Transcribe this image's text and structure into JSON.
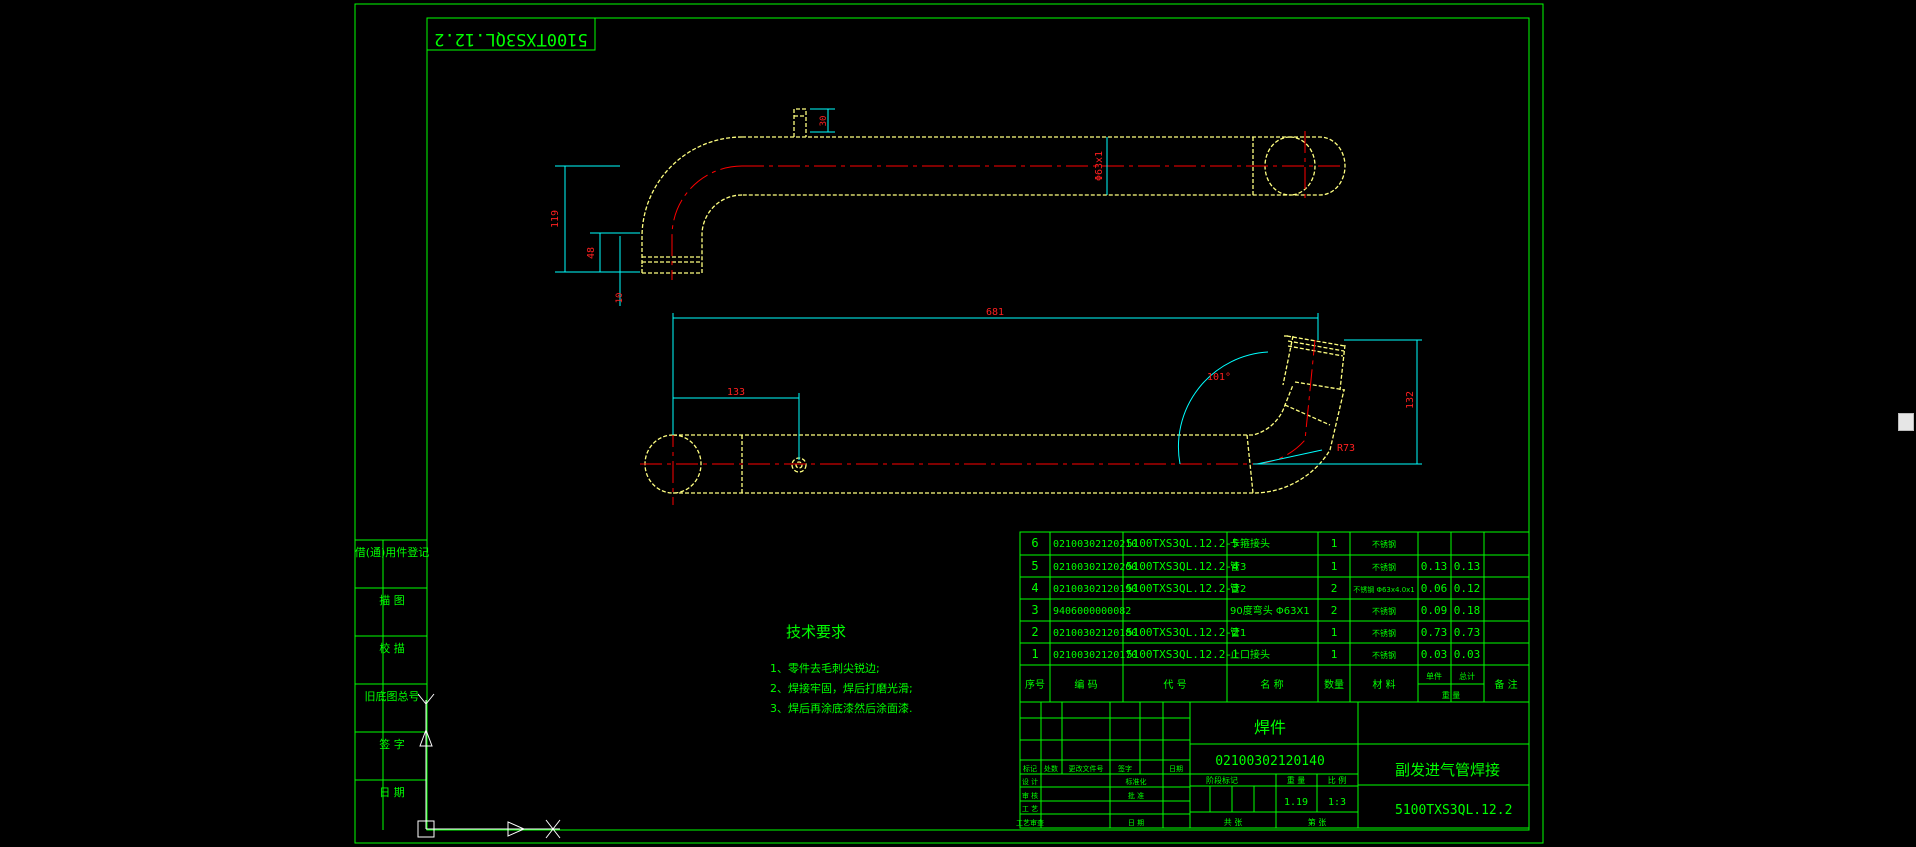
{
  "colors": {
    "frame": "#00ff00",
    "outline": "#ffff80",
    "dimension": "#00ffff",
    "dim_text": "#ff2020",
    "centerline": "#ff0000",
    "text": "#00ff00",
    "background": "#000000"
  },
  "drawing": {
    "code_box": "5100TXS3QL.12.2",
    "top_view": {
      "d_label": "Φ63x1",
      "h_small": "30",
      "h_119": "119",
      "h_48": "48",
      "h_10": "10"
    },
    "bottom_view": {
      "len_total": "681",
      "len_133": "133",
      "angle": "101°",
      "radius": "R73",
      "height": "132"
    }
  },
  "side_labels": [
    "借(通)用件登记",
    "描 图",
    "校 描",
    "旧底图总号",
    "签 字",
    "日 期"
  ],
  "tech_requirements": {
    "title": "技术要求",
    "items": [
      "1、零件去毛刺尖锐边;",
      "2、焊接牢固，焊后打磨光滑;",
      "3、焊后再涂底漆然后涂面漆."
    ]
  },
  "bom": {
    "rows": [
      {
        "no": "6",
        "code": "02100302120210",
        "ref": "5100TXS3QL.12.2-5",
        "name": "卡箍接头",
        "qty": "1",
        "mat": "不锈钢",
        "w1": "",
        "w2": ""
      },
      {
        "no": "5",
        "code": "02100302120200",
        "ref": "5100TXS3QL.12.2-4",
        "name": "管3",
        "qty": "1",
        "mat": "不锈钢",
        "w1": "0.13",
        "w2": "0.13"
      },
      {
        "no": "4",
        "code": "02100302120190",
        "ref": "5100TXS3QL.12.2-3",
        "name": "管2",
        "qty": "2",
        "mat": "不锈钢 Φ63x4.0x1",
        "w1": "0.06",
        "w2": "0.12"
      },
      {
        "no": "3",
        "code": "9406000000082",
        "ref": "",
        "name": "90度弯头 Φ63X1",
        "qty": "2",
        "mat": "不锈钢",
        "w1": "0.09",
        "w2": "0.18"
      },
      {
        "no": "2",
        "code": "02100302120180",
        "ref": "5100TXS3QL.12.2-2",
        "name": "管1",
        "qty": "1",
        "mat": "不锈钢",
        "w1": "0.73",
        "w2": "0.73"
      },
      {
        "no": "1",
        "code": "02100302120170",
        "ref": "5100TXS3QL.12.2-1",
        "name": "止口接头",
        "qty": "1",
        "mat": "不锈钢",
        "w1": "0.03",
        "w2": "0.03"
      }
    ],
    "header": {
      "no": "序号",
      "code": "编 码",
      "ref": "代 号",
      "name": "名 称",
      "qty": "数量",
      "mat": "材 料",
      "w_single": "单件",
      "w_total": "总计",
      "w_label": "重 量",
      "remark": "备 注"
    }
  },
  "title_block": {
    "part_type": "焊件",
    "part_code": "02100302120140",
    "part_name": "副发进气管焊接",
    "drawing_no": "5100TXS3QL.12.2",
    "weight": "1.19",
    "scale": "1:3",
    "stage_label": "阶段标记",
    "weight_label": "重 量",
    "scale_label": "比 例",
    "sheet_label": "共 张",
    "sheet_label2": "第 张",
    "rev_labels": [
      "标记",
      "处数",
      "更改文件号",
      "签字",
      "日期"
    ],
    "sign_labels": [
      "设 计",
      "审 核",
      "工 艺",
      "标准化",
      "批 准",
      "日 期",
      "工艺审查"
    ]
  }
}
